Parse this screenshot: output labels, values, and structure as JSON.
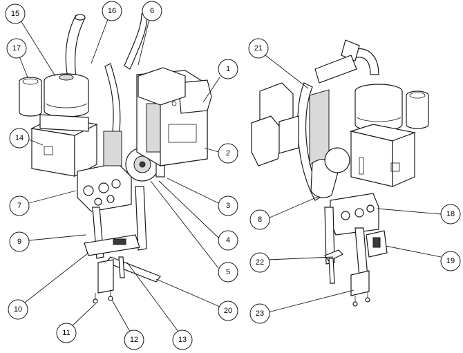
{
  "callouts": [
    {
      "id": "1",
      "label": "1"
    },
    {
      "id": "2",
      "label": "2"
    },
    {
      "id": "3",
      "label": "3"
    },
    {
      "id": "4",
      "label": "4"
    },
    {
      "id": "5",
      "label": "5"
    },
    {
      "id": "6",
      "label": "6"
    },
    {
      "id": "7",
      "label": "7"
    },
    {
      "id": "8",
      "label": "8"
    },
    {
      "id": "9",
      "label": "9"
    },
    {
      "id": "10",
      "label": "10"
    },
    {
      "id": "11",
      "label": "11"
    },
    {
      "id": "12",
      "label": "12"
    },
    {
      "id": "13",
      "label": "13"
    },
    {
      "id": "14",
      "label": "14"
    },
    {
      "id": "15",
      "label": "15"
    },
    {
      "id": "16",
      "label": "16"
    },
    {
      "id": "17",
      "label": "17"
    },
    {
      "id": "18",
      "label": "18"
    },
    {
      "id": "19",
      "label": "19"
    },
    {
      "id": "20",
      "label": "20"
    },
    {
      "id": "21",
      "label": "21"
    },
    {
      "id": "22",
      "label": "22"
    },
    {
      "id": "23",
      "label": "23"
    }
  ]
}
